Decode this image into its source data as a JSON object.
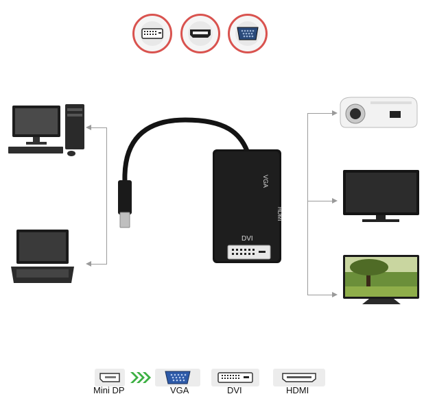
{
  "adapter": {
    "labels": {
      "vga": "VGA",
      "hdmi": "HDMI",
      "dvi": "DVI"
    }
  },
  "legend": {
    "items": [
      {
        "label": "Mini DP"
      },
      {
        "label": "VGA"
      },
      {
        "label": "DVI"
      },
      {
        "label": "HDMI"
      }
    ]
  },
  "colors": {
    "badge_ring": "#d9534f",
    "arrow_green": "#3cb043",
    "line": "#9a9a9a"
  }
}
